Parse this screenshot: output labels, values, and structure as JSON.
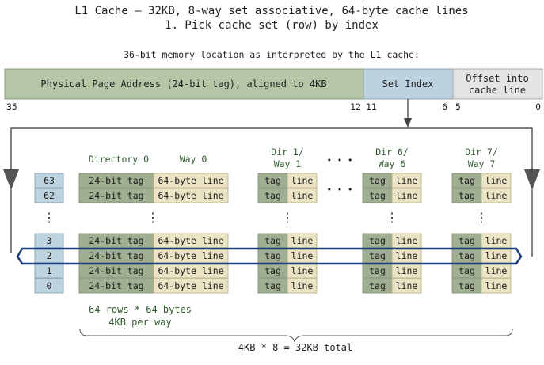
{
  "title": {
    "line1": "L1 Cache – 32KB, 8-way set associative, 64-byte cache lines",
    "line2": "1. Pick cache set (row) by index"
  },
  "address": {
    "caption": "36-bit memory location as interpreted by the L1 cache:",
    "tag_field": "Physical Page Address (24-bit tag), aligned to 4KB",
    "index_field": "Set Index",
    "offset_field_line1": "Offset into",
    "offset_field_line2": "cache line",
    "bits": [
      "35",
      "12",
      "11",
      "6",
      "5",
      "0"
    ]
  },
  "way0": {
    "dir_header": "Directory 0",
    "way_header": "Way 0",
    "tag_cell": "24-bit tag",
    "line_cell": "64-byte line"
  },
  "small_ways": [
    {
      "header1": "Dir 1/",
      "header2": "Way 1"
    },
    {
      "header1": "Dir 6/",
      "header2": "Way 6"
    },
    {
      "header1": "Dir 7/",
      "header2": "Way 7"
    }
  ],
  "small_cells": {
    "tag": "tag",
    "line": "line"
  },
  "set_indices": {
    "top": [
      "63",
      "62"
    ],
    "bottom": [
      "3",
      "2",
      "1",
      "0"
    ]
  },
  "ellipsis": "• • •",
  "vertical_ellipsis": "⋮",
  "way_size_note": {
    "line1": "64 rows * 64 bytes",
    "line2": "4KB per way"
  },
  "total_note": "4KB * 8 = 32KB total",
  "colors": {
    "index_cell": "#bed3e0",
    "tag_cell_dark": "#a0af92",
    "tag_cell": "#b6c4a9",
    "line_cell": "#ebe4c4",
    "addr_tag": "#b4c6a5",
    "addr_index": "#bcd2e0",
    "addr_offset": "#e4e4e4",
    "highlight": "#1d3f80",
    "header_green": "#2f5a2f"
  }
}
